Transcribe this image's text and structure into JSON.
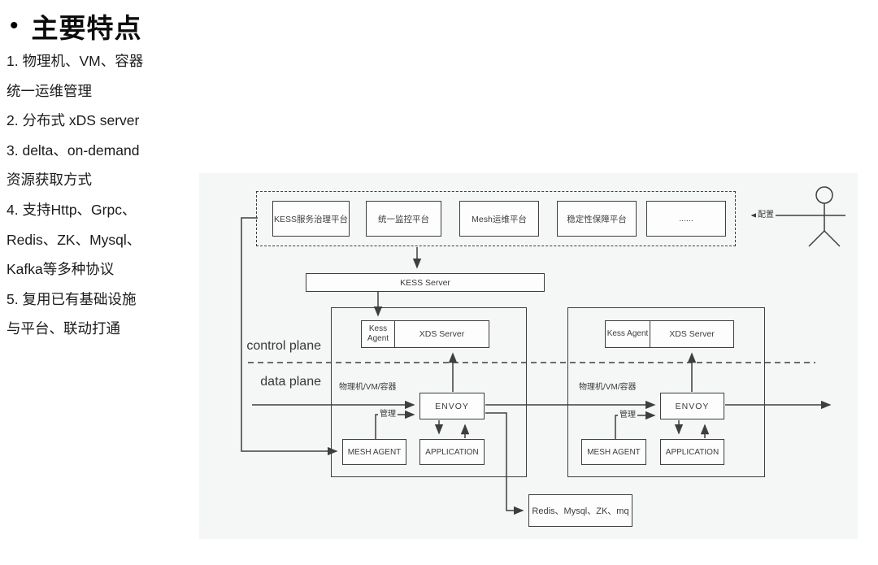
{
  "features": {
    "bullet": "•",
    "title": "主要特点",
    "lines": [
      "1. 物理机、VM、容器",
      "统一运维管理",
      "2. 分布式 xDS server",
      "3. delta、on-demand",
      "资源获取方式",
      "4. 支持Http、Grpc、",
      "Redis、ZK、Mysql、",
      "Kafka等多种协议",
      "5. 复用已有基础设施",
      "与平台、联动打通"
    ]
  },
  "diagram": {
    "platforms": [
      "KESS服务治理平台",
      "统一监控平台",
      "Mesh运维平台",
      "稳定性保障平台",
      "......"
    ],
    "kess_server": "KESS Server",
    "planes": {
      "control": "control plane",
      "data": "data plane"
    },
    "clusters": [
      {
        "kess_agent": "Kess Agent",
        "xds_server": "XDS Server",
        "host": "物理机/VM/容器",
        "envoy": "ENVOY",
        "manage": "管理",
        "mesh_agent": "MESH AGENT",
        "application": "APPLICATION"
      },
      {
        "kess_agent": "Kess Agent",
        "xds_server": "XDS Server",
        "host": "物理机/VM/容器",
        "envoy": "ENVOY",
        "manage": "管理",
        "mesh_agent": "MESH AGENT",
        "application": "APPLICATION"
      }
    ],
    "backend": "Redis、Mysql、ZK、mq",
    "actor_label": "配置",
    "colors": {
      "panel_bg": "#f5f6f6",
      "line": "#3e3e3e",
      "box_bg": "#fdfdfd",
      "text": "#1a1a1a"
    }
  }
}
